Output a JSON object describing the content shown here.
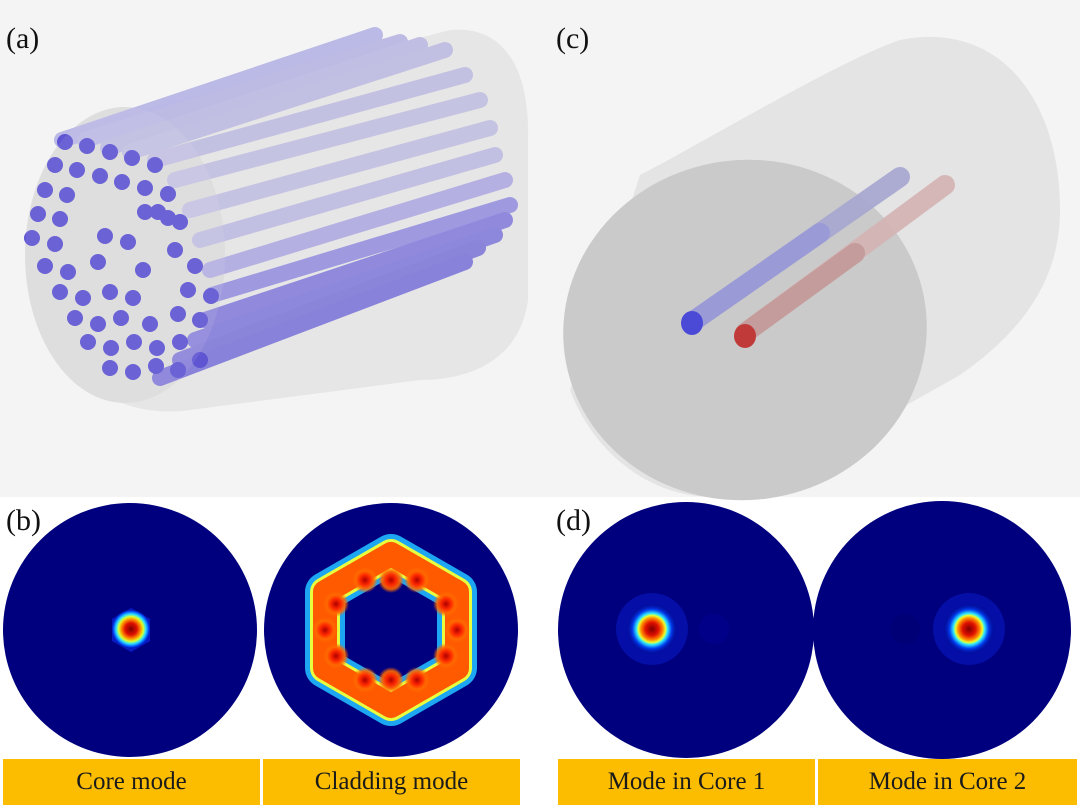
{
  "figure": {
    "panels": [
      {
        "id": "a",
        "label": "(a)",
        "description": "3D render of multi-core fiber: bundle of blue rods in a translucent cylinder"
      },
      {
        "id": "b",
        "label": "(b)",
        "description": "Mode field intensity maps for multi-core fiber",
        "captions": [
          "Core mode",
          "Cladding mode"
        ]
      },
      {
        "id": "c",
        "label": "(c)",
        "description": "3D render of two-core fiber: blue rod and red rod in translucent cylinder"
      },
      {
        "id": "d",
        "label": "(d)",
        "description": "Mode field intensity maps for two-core fiber",
        "captions": [
          "Mode in Core 1",
          "Mode in Core 2"
        ]
      }
    ]
  },
  "colors": {
    "caption_bar": "#fcbd00",
    "field_background": "#00007f",
    "field_peak": "#7f0000",
    "rod_blue": "#6a62d6",
    "rod_red": "#c24848",
    "cladding": "#c9c9c9",
    "render_bg": "#f4f4f4"
  }
}
